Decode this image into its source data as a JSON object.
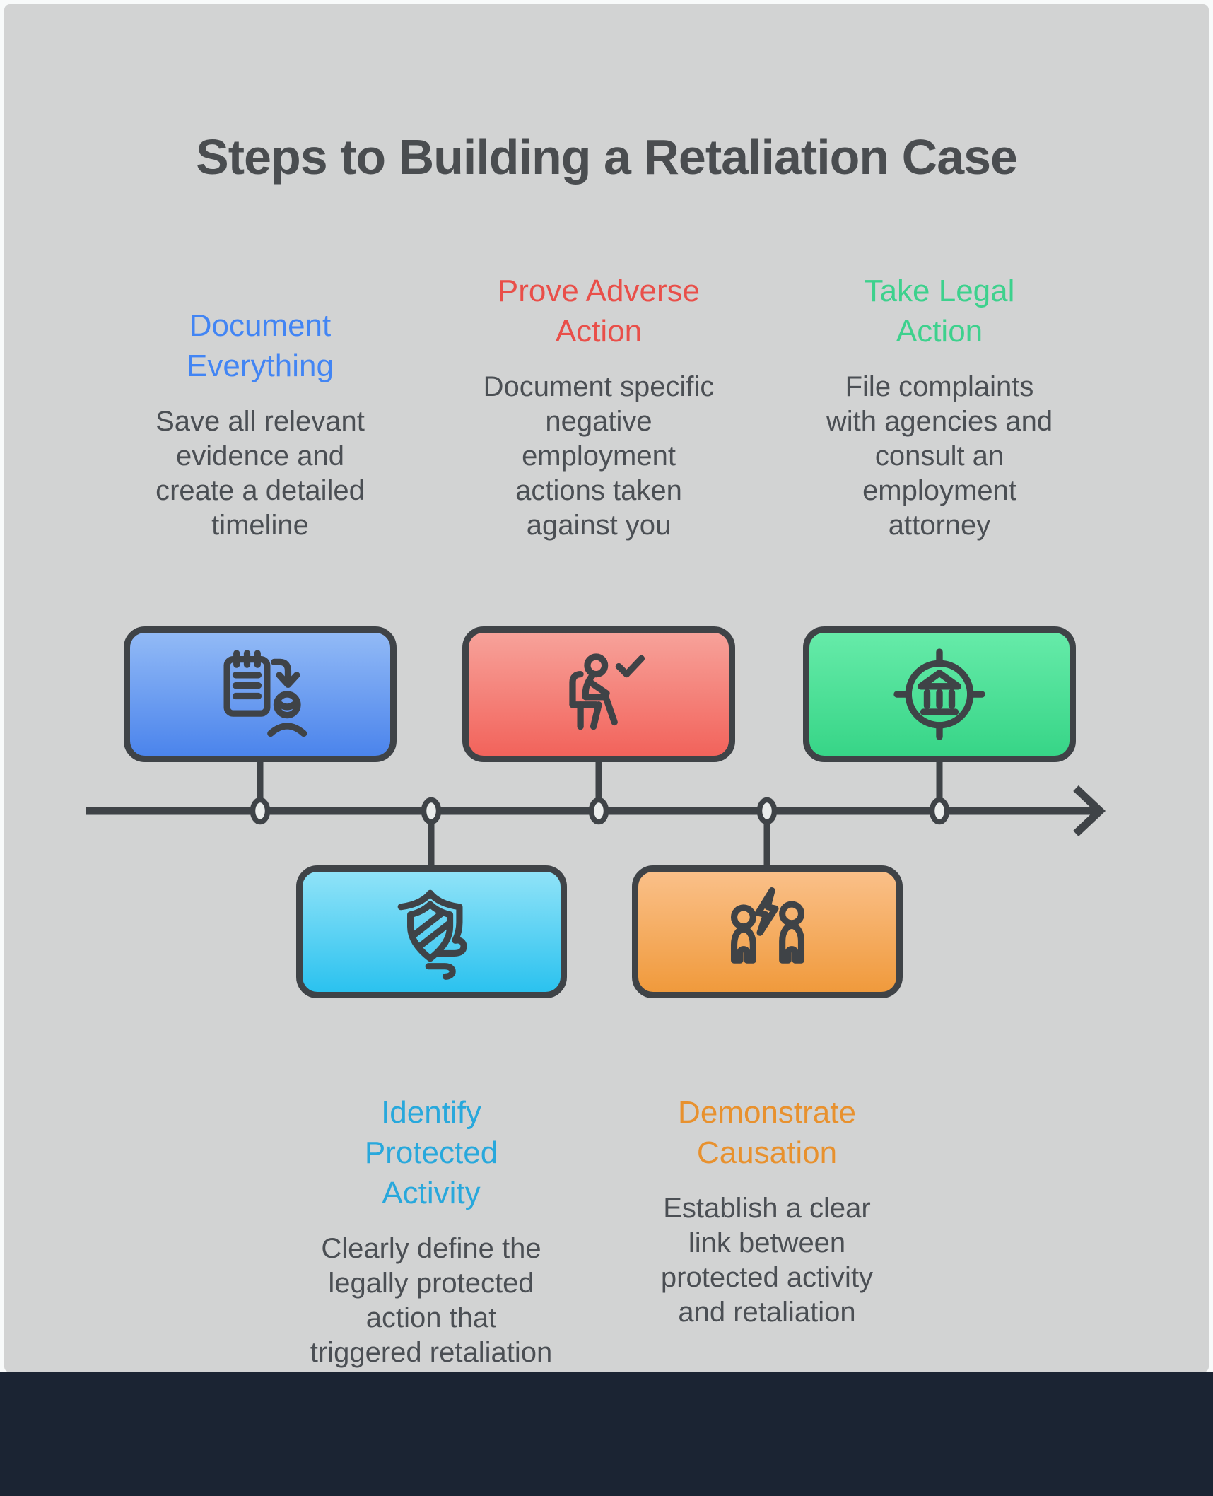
{
  "page": {
    "background": "#f8fafa",
    "canvas_color": "#d2d3d3",
    "footer_bar_color": "#1b2433",
    "outline_color": "#3f4347"
  },
  "title": {
    "text": "Steps to Building a Retaliation Case",
    "color": "#4a4d50"
  },
  "timeline": {
    "direction": "left-to-right",
    "line_color": "#3f4347",
    "node_fill": "#eaeceb",
    "node_count": 5
  },
  "steps": [
    {
      "order": 1,
      "placement": "top",
      "heading_lines": [
        "Document",
        "Everything"
      ],
      "body_lines": [
        "Save all relevant",
        "evidence and",
        "create a detailed",
        "timeline"
      ],
      "accent_color": "#4285f4",
      "card_gradient_top": "#92baf6",
      "card_gradient_bottom": "#4b84ec",
      "icon": "notepad-user-icon"
    },
    {
      "order": 2,
      "placement": "bottom",
      "heading_lines": [
        "Identify",
        "Protected",
        "Activity"
      ],
      "body_lines": [
        "Clearly define the",
        "legally protected",
        "action that",
        "triggered retaliation"
      ],
      "accent_color": "#28a8dc",
      "card_gradient_top": "#90e3f8",
      "card_gradient_bottom": "#2bc2ef",
      "icon": "shield-wind-icon"
    },
    {
      "order": 3,
      "placement": "top",
      "heading_lines": [
        "Prove Adverse",
        "Action"
      ],
      "body_lines": [
        "Document specific",
        "negative",
        "employment",
        "actions taken",
        "against you"
      ],
      "accent_color": "#e94f49",
      "card_gradient_top": "#f7a29a",
      "card_gradient_bottom": "#f2635b",
      "icon": "seated-person-check-icon"
    },
    {
      "order": 4,
      "placement": "bottom",
      "heading_lines": [
        "Demonstrate",
        "Causation"
      ],
      "body_lines": [
        "Establish a clear",
        "link between",
        "protected activity",
        "and retaliation"
      ],
      "accent_color": "#e8912e",
      "card_gradient_top": "#fac089",
      "card_gradient_bottom": "#f09a3c",
      "icon": "people-conflict-icon"
    },
    {
      "order": 5,
      "placement": "top",
      "heading_lines": [
        "Take Legal",
        "Action"
      ],
      "body_lines": [
        "File complaints",
        "with agencies and",
        "consult an",
        "employment",
        "attorney"
      ],
      "accent_color": "#3dd18d",
      "card_gradient_top": "#66eba9",
      "card_gradient_bottom": "#37d587",
      "icon": "courthouse-target-icon"
    }
  ]
}
